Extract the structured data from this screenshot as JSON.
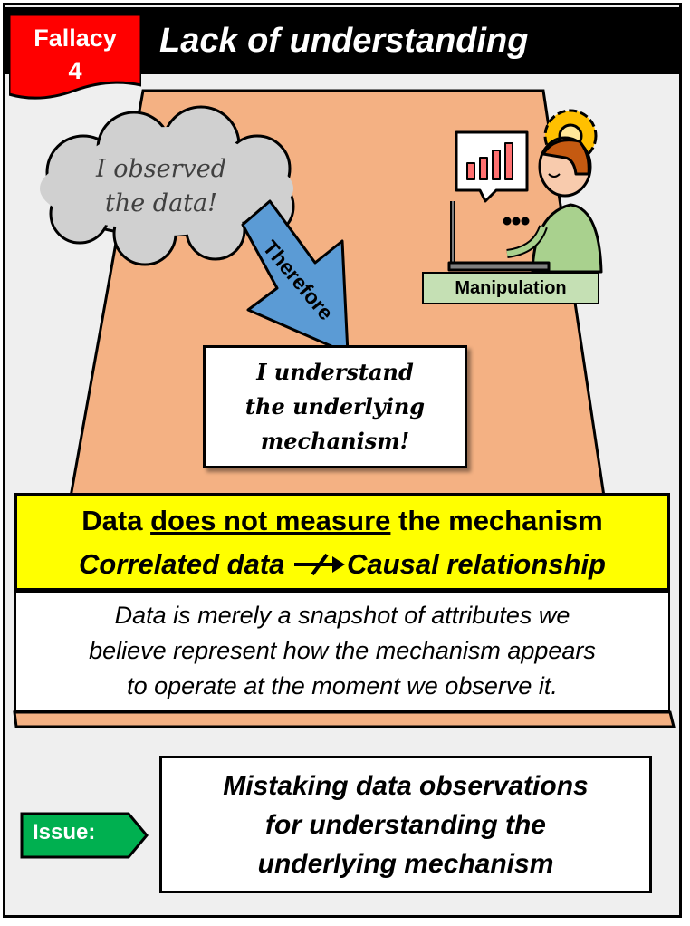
{
  "header": {
    "fallacy_label": "Fallacy",
    "fallacy_number": "4",
    "title": "Lack of understanding"
  },
  "diagram": {
    "cloud_text": [
      "I observed",
      "the data!"
    ],
    "arrow_label": "Therefore",
    "conclusion_text": [
      "I understand",
      "the underlying",
      "mechanism!"
    ],
    "manipulation_label": "Manipulation",
    "ellipsis": "..."
  },
  "key_point": {
    "line1_prefix": "Data ",
    "line1_underlined": "does not measure",
    "line1_suffix": " the mechanism",
    "line2_left": "Correlated data",
    "line2_right": "Causal relationship"
  },
  "explanation": [
    "Data is merely a snapshot of attributes we",
    "believe represent how the mechanism appears",
    "to operate at the moment we observe it."
  ],
  "issue": {
    "label": "Issue:",
    "text": [
      "Mistaking data observations",
      "for understanding the",
      "underlying mechanism"
    ]
  },
  "colors": {
    "fallacy_red": "#ff0000",
    "table_salmon": "#f4b183",
    "yellow": "#ffff00",
    "arrow_blue": "#5b9bd5",
    "issue_green": "#00b050",
    "manipulation_green": "#c5e0b4",
    "cloud_gray": "#d0d0d0"
  }
}
